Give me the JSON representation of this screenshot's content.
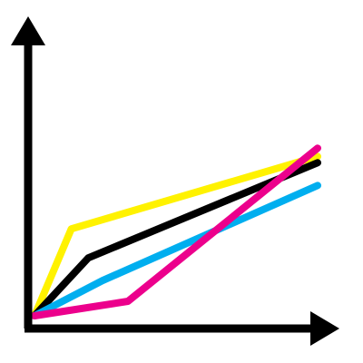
{
  "chart_data": {
    "type": "line",
    "title": "",
    "xlabel": "",
    "ylabel": "",
    "grid": false,
    "legend": "none",
    "axis_color": "#000000",
    "axis_style": "arrows",
    "xlim": [
      0,
      100
    ],
    "ylim": [
      0,
      100
    ],
    "series": [
      {
        "color": "#FFF200",
        "points": [
          [
            0,
            0
          ],
          [
            13,
            42
          ],
          [
            100,
            77
          ]
        ]
      },
      {
        "color": "#000000",
        "points": [
          [
            0,
            0
          ],
          [
            19,
            28
          ],
          [
            100,
            74
          ]
        ]
      },
      {
        "color": "#00AEEF",
        "points": [
          [
            0,
            0
          ],
          [
            24,
            17
          ],
          [
            100,
            63
          ]
        ]
      },
      {
        "color": "#EC008C",
        "points": [
          [
            0,
            0
          ],
          [
            33,
            7
          ],
          [
            100,
            81
          ]
        ]
      }
    ]
  }
}
